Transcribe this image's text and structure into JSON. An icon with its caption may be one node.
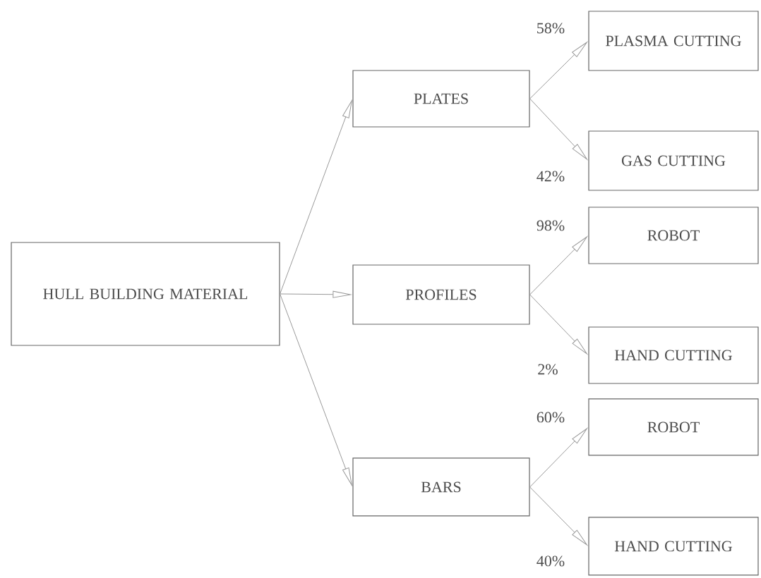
{
  "diagram": {
    "nodes": [
      {
        "text": [
          "HULL BUILDING MATERIAL"
        ]
      },
      {
        "text": [
          "PLATES"
        ]
      },
      {
        "text": [
          "PROFILES"
        ]
      },
      {
        "text": [
          "BARS"
        ]
      },
      {
        "text": [
          "PLASMA CUTTING"
        ]
      },
      {
        "text": [
          "GAS CUTTING"
        ]
      },
      {
        "text": [
          "ROBOT"
        ]
      },
      {
        "text": [
          "HAND CUTTING"
        ]
      },
      {
        "text": [
          "ROBOT"
        ]
      },
      {
        "text": [
          "HAND CUTTING"
        ]
      }
    ],
    "edges": [
      {
        "from": 0,
        "to": 1,
        "arrow": "to"
      },
      {
        "from": 0,
        "to": 2,
        "arrow": "to"
      },
      {
        "from": 0,
        "to": 3,
        "arrow": "to"
      },
      {
        "from": 1,
        "to": 4,
        "arrow": "to",
        "label": "58%"
      },
      {
        "from": 1,
        "to": 5,
        "arrow": "to",
        "label": "42%"
      },
      {
        "from": 2,
        "to": 6,
        "arrow": "to",
        "label": "98%"
      },
      {
        "from": 2,
        "to": 7,
        "arrow": "to",
        "label": "2%"
      },
      {
        "from": 3,
        "to": 8,
        "arrow": "to",
        "label": "60%"
      },
      {
        "from": 3,
        "to": 9,
        "arrow": "to",
        "label": "40%"
      }
    ]
  }
}
